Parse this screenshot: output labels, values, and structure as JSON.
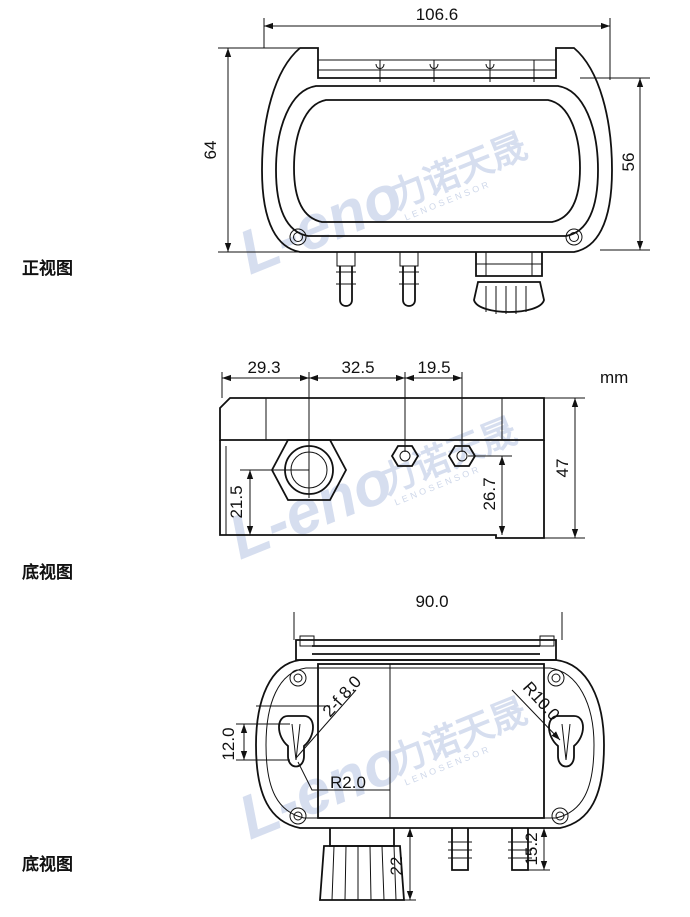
{
  "unit": "mm",
  "views": {
    "front": {
      "label": "正视图",
      "width": "106.6",
      "height_outer": "64",
      "height_inner": "56"
    },
    "bottom": {
      "label": "底视图",
      "dim_a": "29.3",
      "dim_b": "32.5",
      "dim_c": "19.5",
      "height": "47",
      "port_height": "26.7",
      "gland_height": "21.5"
    },
    "back": {
      "label": "底视图",
      "width": "90.0",
      "hole_spec": "2-f 8.0",
      "radius_large": "R10.0",
      "radius_small": "R2.0",
      "slot_height": "12.0",
      "gland_length": "22",
      "port_length": "15.2"
    }
  },
  "watermark": {
    "brand": "L-eno",
    "chinese": "力诺天晟",
    "english": "LENOSENSOR"
  }
}
